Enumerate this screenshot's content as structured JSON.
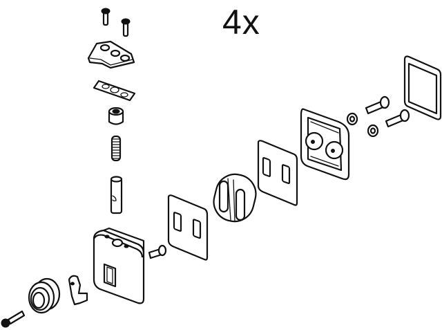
{
  "diagram": {
    "quantity_label": "4x",
    "type": "exploded-assembly-view",
    "line_color": "#111111",
    "background": "#ffffff",
    "parts": [
      {
        "id": "top-screw-1",
        "icon": "screw-icon"
      },
      {
        "id": "top-screw-2",
        "icon": "screw-icon"
      },
      {
        "id": "mounting-bracket",
        "icon": "bracket-icon"
      },
      {
        "id": "bracket-gasket",
        "icon": "gasket-icon"
      },
      {
        "id": "bushing",
        "icon": "bushing-icon"
      },
      {
        "id": "spring",
        "icon": "spring-icon"
      },
      {
        "id": "pin",
        "icon": "pin-icon"
      },
      {
        "id": "housing-block",
        "icon": "housing-icon"
      },
      {
        "id": "short-screw",
        "icon": "screw-icon"
      },
      {
        "id": "roller-wheel",
        "icon": "wheel-icon"
      },
      {
        "id": "clip",
        "icon": "clip-icon"
      },
      {
        "id": "axle-screw",
        "icon": "screw-icon"
      },
      {
        "id": "gasket-plate-1",
        "icon": "plate-icon"
      },
      {
        "id": "spacer-link",
        "icon": "spacer-icon"
      },
      {
        "id": "gasket-plate-2",
        "icon": "plate-icon"
      },
      {
        "id": "base-frame",
        "icon": "frame-icon"
      },
      {
        "id": "washer-1",
        "icon": "washer-icon"
      },
      {
        "id": "washer-2",
        "icon": "washer-icon"
      },
      {
        "id": "bolt-1",
        "icon": "bolt-icon"
      },
      {
        "id": "bolt-2",
        "icon": "bolt-icon"
      },
      {
        "id": "cover-plate",
        "icon": "cover-icon"
      }
    ]
  }
}
